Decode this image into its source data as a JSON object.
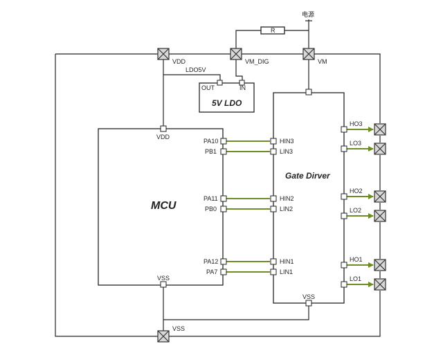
{
  "power_source_label": "电源",
  "resistor_label": "R",
  "connector_labels": {
    "vdd_top": "VDD",
    "vm_dig": "VM_DIG",
    "vm": "VM",
    "vss_bottom": "VSS"
  },
  "ldo": {
    "title": "5V LDO",
    "out_pin": "OUT",
    "in_pin": "IN",
    "net_label": "LDO5V"
  },
  "mcu": {
    "title": "MCU",
    "vdd_pin": "VDD",
    "vss_pin": "VSS",
    "pins": [
      "PA10",
      "PB1",
      "PA11",
      "PB0",
      "PA12",
      "PA7"
    ]
  },
  "gate_driver": {
    "title": "Gate Dirver",
    "vss_pin": "VSS",
    "inputs": [
      "HIN3",
      "LIN3",
      "HIN2",
      "LIN2",
      "HIN1",
      "LIN1"
    ],
    "outputs": [
      "HO3",
      "LO3",
      "HO2",
      "LO2",
      "HO1",
      "LO1"
    ]
  },
  "colors": {
    "signal_arrow": "#6b8e23",
    "line": "#222222",
    "connector_fill": "#d8d8d8"
  }
}
